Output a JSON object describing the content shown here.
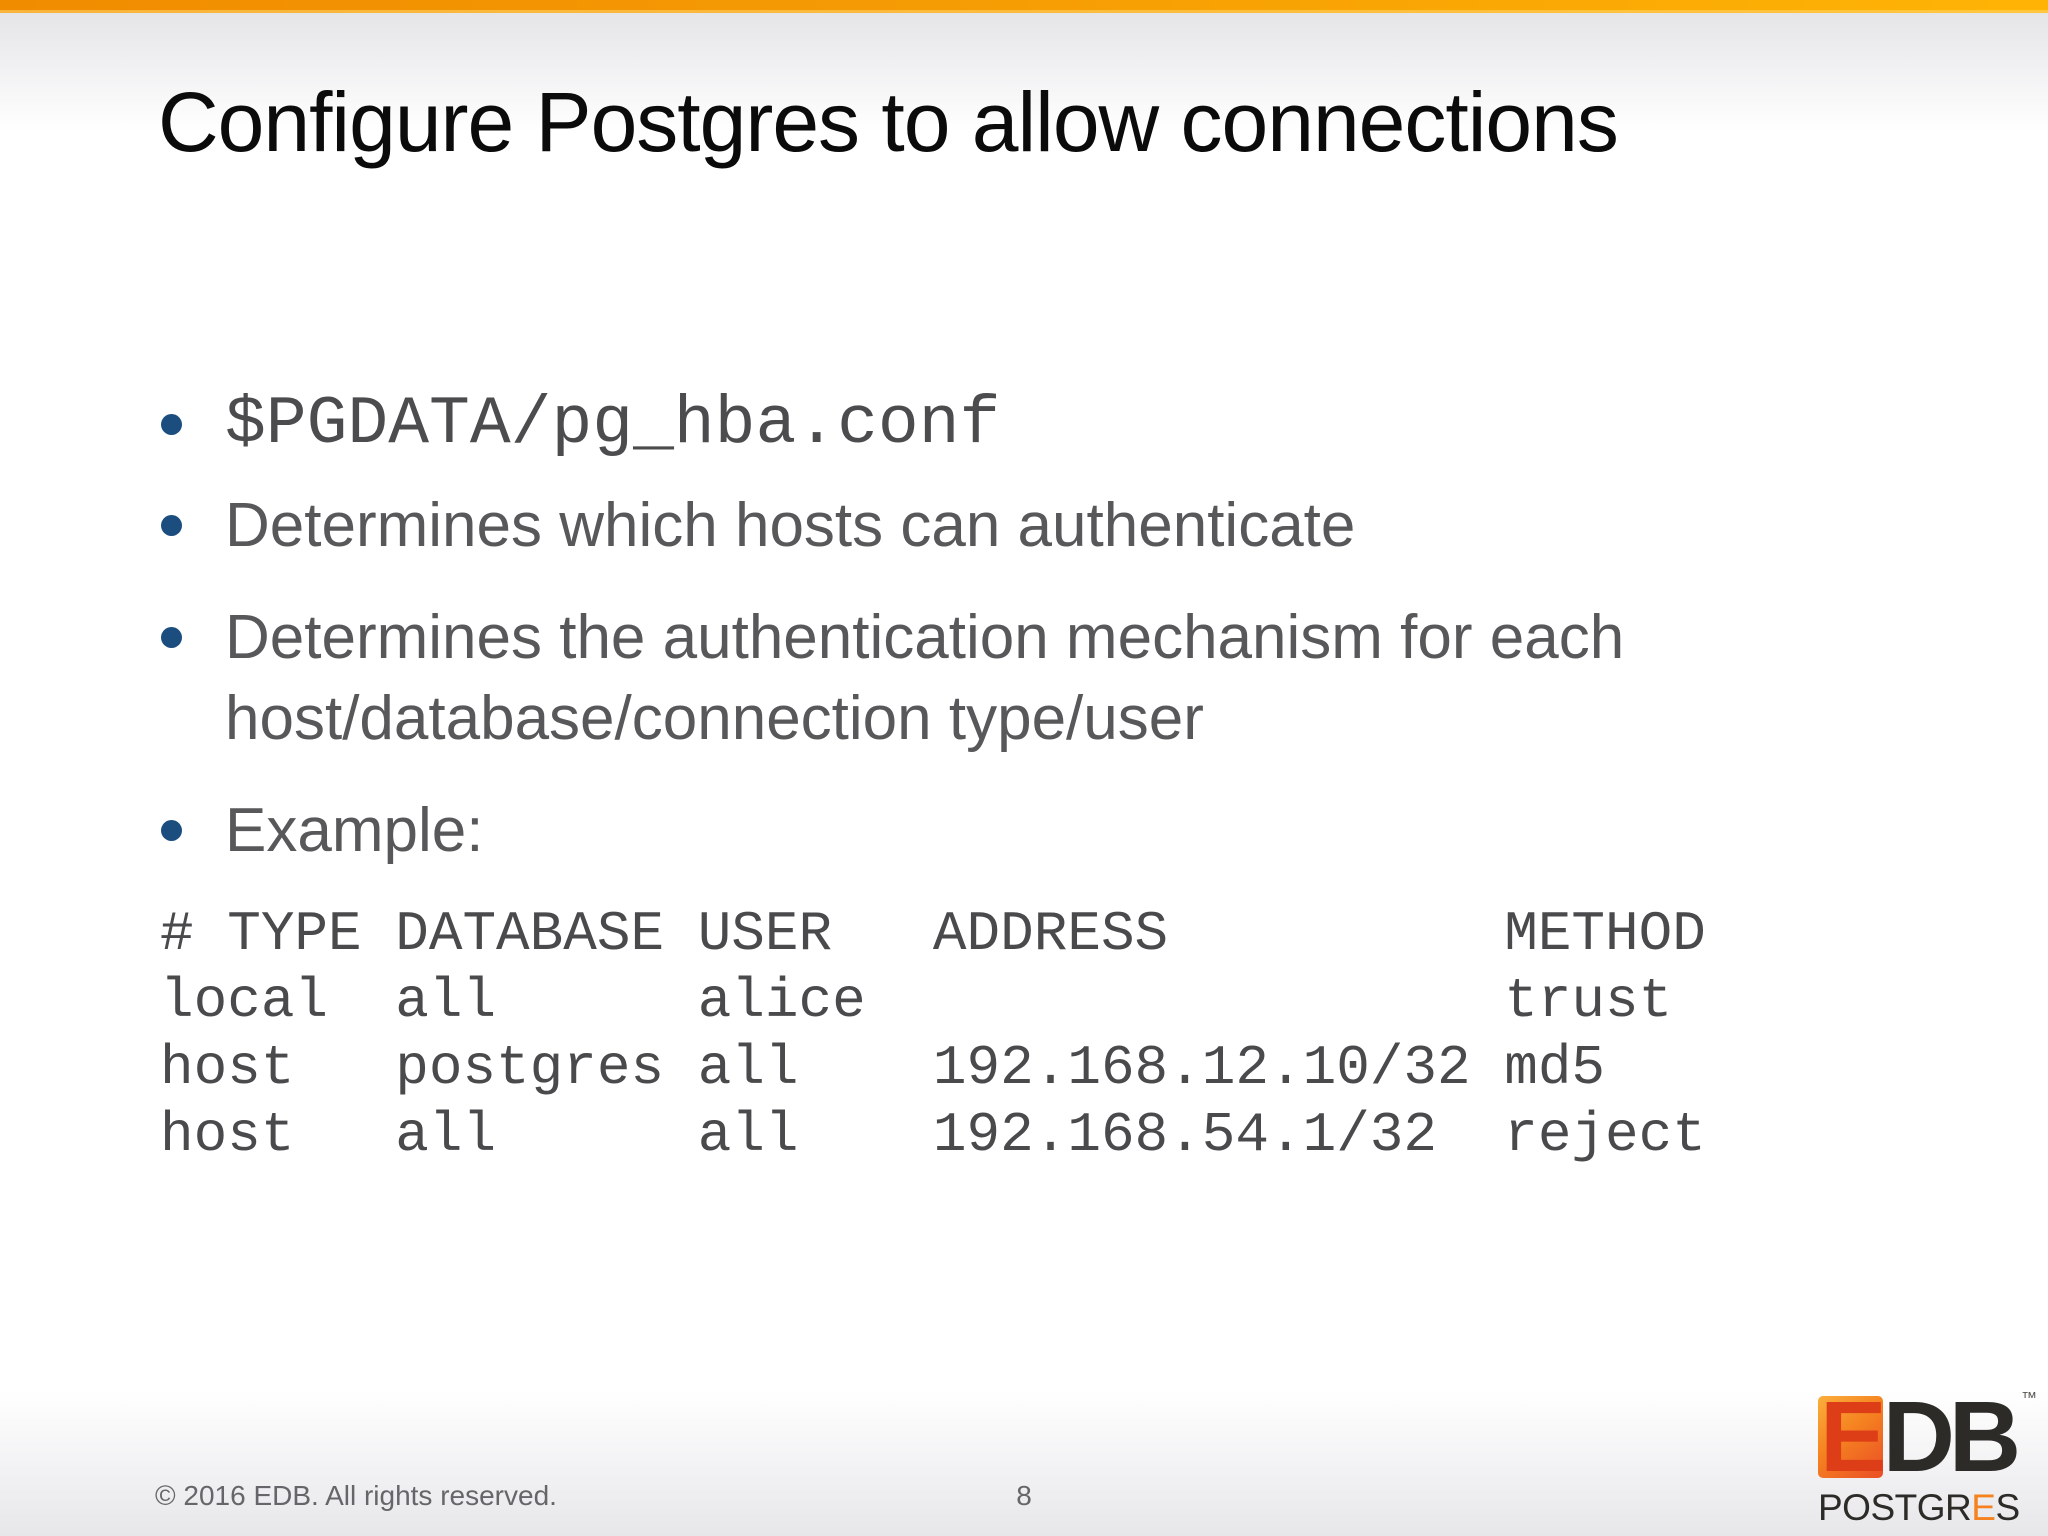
{
  "slide": {
    "title": "Configure Postgres to allow connections",
    "bullets": [
      {
        "text": "$PGDATA/pg_hba.conf",
        "style": "monospace"
      },
      {
        "text": "Determines which hosts can authenticate",
        "style": "normal"
      },
      {
        "text": "Determines the authentication mechanism for each host/database/connection type/user",
        "style": "normal"
      },
      {
        "text": "Example:",
        "style": "normal"
      }
    ],
    "code_example": {
      "text": "# TYPE DATABASE USER   ADDRESS          METHOD\nlocal  all      alice                   trust\nhost   postgres all    192.168.12.10/32 md5\nhost   all      all    192.168.54.1/32  reject",
      "columns": [
        "# TYPE",
        "DATABASE",
        "USER",
        "ADDRESS",
        "METHOD"
      ],
      "rows": [
        [
          "local",
          "all",
          "alice",
          "",
          "trust"
        ],
        [
          "host",
          "postgres",
          "all",
          "192.168.12.10/32",
          "md5"
        ],
        [
          "host",
          "all",
          "all",
          "192.168.54.1/32",
          "reject"
        ]
      ]
    },
    "footer": {
      "copyright": "© 2016 EDB. All rights reserved.",
      "page_number": "8"
    },
    "logo": {
      "brand_e": "E",
      "brand_rest": "DB",
      "tm": "™",
      "sub_before_e": "POSTGR",
      "sub_e": "E",
      "sub_after_e": "S"
    },
    "colors": {
      "accent_orange_left": "#F08C00",
      "accent_orange_right": "#FFB405",
      "bullet_blue": "#1B4E7E",
      "body_text_gray": "#58585A",
      "title_black": "#0B0B0B",
      "logo_orange": "#F58220",
      "logo_charcoal": "#2D2B28"
    }
  }
}
